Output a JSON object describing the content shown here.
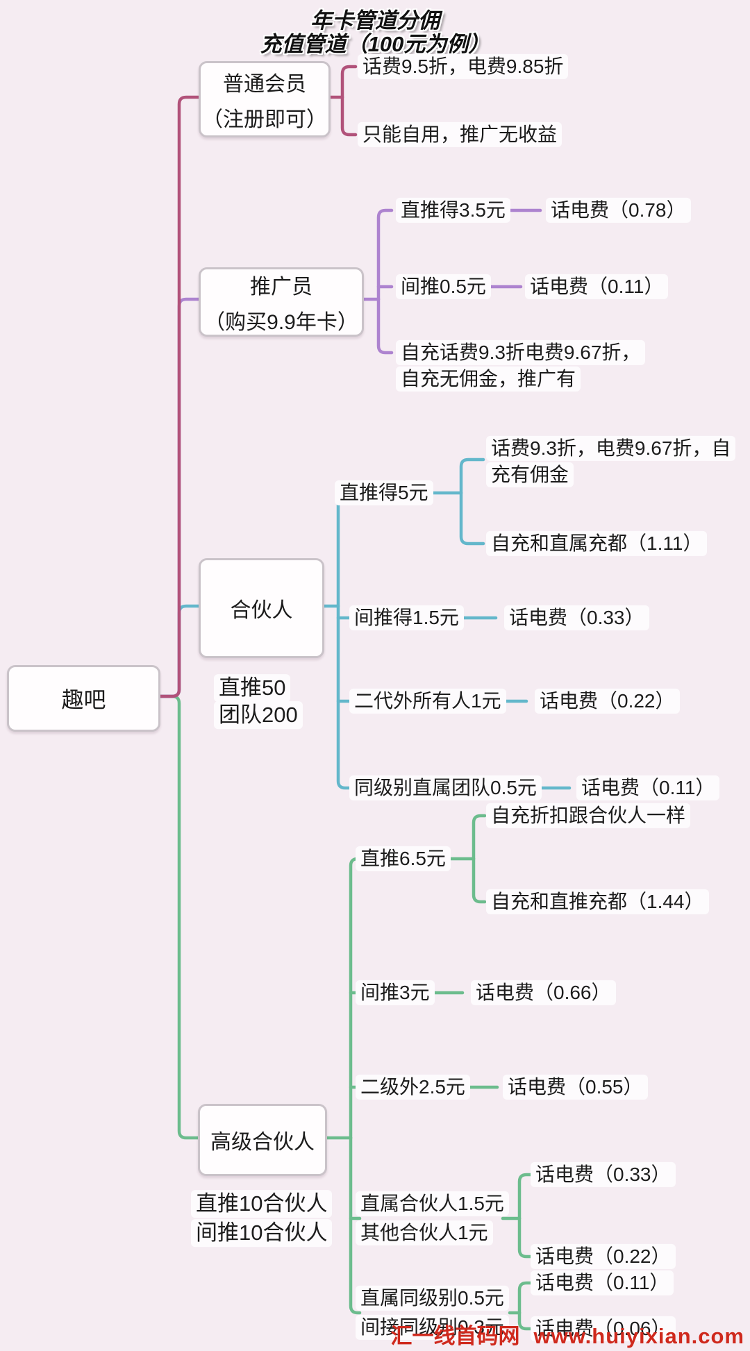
{
  "title": {
    "line1": "年卡管道分佣",
    "line2": "充值管道（100元为例）"
  },
  "root": {
    "label": "趣吧"
  },
  "colors": {
    "member_branch": "#b1527a",
    "promoter_branch": "#ad83cf",
    "partner_branch": "#63b7cb",
    "senior_partner_branch": "#6cbc8d",
    "node_border": "#cac3c9",
    "background": "#f5ecf2",
    "watermark": "#cf291d"
  },
  "branches": [
    {
      "name": "普通会员",
      "qualifier": "（注册即可）",
      "children": [
        {
          "label": "话费9.5折，电费9.85折"
        },
        {
          "label": "只能自用，推广无收益"
        }
      ]
    },
    {
      "name": "推广员",
      "qualifier": "（购买9.9年卡）",
      "children": [
        {
          "label": "直推得3.5元",
          "leaf": "话电费（0.78）"
        },
        {
          "label": "间推0.5元",
          "leaf": "话电费（0.11）"
        },
        {
          "line1": "自充话费9.3折电费9.67折，",
          "line2": "自充无佣金，推广有"
        }
      ]
    },
    {
      "name": "合伙人",
      "note_line1": "直推50",
      "note_line2": "团队200",
      "children": [
        {
          "label": "直推得5元",
          "leaves": [
            {
              "line1": "话费9.3折，电费9.67折，自",
              "line2": "充有佣金"
            },
            {
              "label": "自充和直属充都（1.11）"
            }
          ]
        },
        {
          "label": "间推得1.5元",
          "leaf": "话电费（0.33）"
        },
        {
          "label": "二代外所有人1元",
          "leaf": "话电费（0.22）"
        },
        {
          "label": "同级别直属团队0.5元",
          "leaf": "话电费（0.11）"
        }
      ]
    },
    {
      "name": "高级合伙人",
      "note_line1": "直推10合伙人",
      "note_line2": "间推10合伙人",
      "children": [
        {
          "label": "直推6.5元",
          "leaves": [
            {
              "label": "自充折扣跟合伙人一样"
            },
            {
              "label": "自充和直推充都（1.44）"
            }
          ]
        },
        {
          "label": "间推3元",
          "leaf": "话电费（0.66）"
        },
        {
          "label": "二级外2.5元",
          "leaf": "话电费（0.55）"
        },
        {
          "line1": "直属合伙人1.5元",
          "line2": "其他合伙人1元",
          "leaves": [
            {
              "label": "话电费（0.33）"
            },
            {
              "label": "话电费（0.22）"
            }
          ]
        },
        {
          "line1": "直属同级别0.5元",
          "line2": "间接同级别0.3元",
          "leaves": [
            {
              "label": "话电费（0.11）"
            },
            {
              "label": "话电费（0.06）"
            }
          ]
        }
      ]
    }
  ],
  "watermark": {
    "site": "汇一线首码网",
    "url": "www.huiyixian.com"
  }
}
